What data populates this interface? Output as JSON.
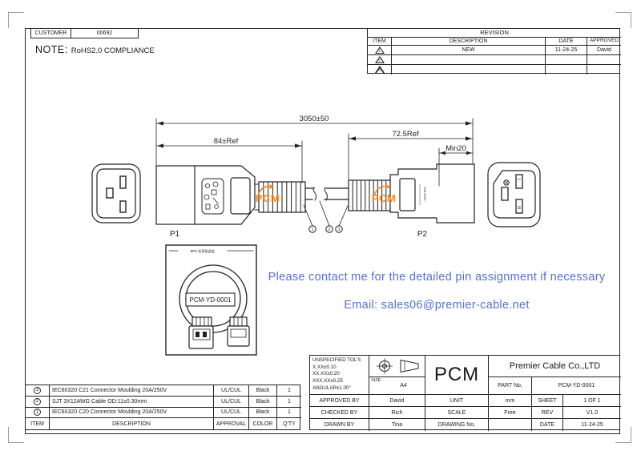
{
  "customer": {
    "label": "CUSTOMER",
    "value": "00692"
  },
  "note": {
    "label": "NOTE:",
    "text": "RoHS2.0 COMPLIANCE"
  },
  "revision": {
    "title": "REVISION",
    "headers": {
      "item": "ITEM",
      "description": "DESCRIPTION",
      "date": "DATE",
      "approved": "APPROVED"
    },
    "rows": [
      {
        "item": "1",
        "description": "NEW",
        "date": "11-24-25",
        "approved": "David"
      },
      {
        "item": "2",
        "description": "",
        "date": "",
        "approved": ""
      },
      {
        "item": "3",
        "description": "",
        "date": "",
        "approved": ""
      }
    ]
  },
  "drawing": {
    "dims": {
      "overall": "3050±50",
      "p2_len": "72.5Ref",
      "p1_len": "84±Ref",
      "min": "Min20"
    },
    "labels": {
      "p1": "P1",
      "p2": "P2"
    },
    "logo": "PCM",
    "callouts": [
      "1",
      "2",
      "3"
    ],
    "p2_marking": "20A 250V~",
    "p2_pins": {
      "live": "L",
      "neutral": "N"
    },
    "package_label": {
      "header": "BPS 标签贴此处",
      "part_no": "PCM-YD-0001"
    }
  },
  "contact": {
    "line1": "Please contact me for the detailed pin assignment if necessary",
    "line2": "Email: sales06@premier-cable.net"
  },
  "bom": {
    "headers": {
      "item": "ITEM",
      "description": "DESCRIPTION",
      "approval": "APPROVAL",
      "color": "COLOR",
      "qty": "Q'TY"
    },
    "rows": [
      {
        "item": "3",
        "description": "IEC60320 C21 Connector Moulding 20A/250V",
        "approval": "UL/CUL",
        "color": "Black",
        "qty": "1"
      },
      {
        "item": "2",
        "description": "SJT 3X12AWG  Cable OD:11±0.30mm",
        "approval": "UL/CUL",
        "color": "Black",
        "qty": "1"
      },
      {
        "item": "1",
        "description": "IEC60320 C20 Connector Moulding 20A/250V",
        "approval": "UL/CUL",
        "color": "Black",
        "qty": "1"
      }
    ]
  },
  "title_block": {
    "tol_title": "UNSPECIFIED TOL'S",
    "tol_1": "X.XX±0.10",
    "tol_2": "XX.XX±0.20",
    "tol_3": "XXX,XX±0,25",
    "tol_4": "ANGULAR±1.00°",
    "size_label": "SIZE",
    "size_value": "A4",
    "logo": "PCM",
    "company": "Premier Cable Co.,LTD",
    "part_no_label": "PART No,",
    "part_no_value": "PCM-YD-0001",
    "approved_by_label": "APPROVED BY",
    "approved_by_value": "David",
    "checked_by_label": "CHECKED BY",
    "checked_by_value": "Rich",
    "drawn_by_label": "DRAWN BY",
    "drawn_by_value": "Tina",
    "unit_label": "UNIT",
    "unit_value": "mm",
    "scale_label": "SCALE",
    "scale_value": "Free",
    "drawing_no_label": "DRAWING No,",
    "sheet_label": "SHEET",
    "sheet_value": "1 OF 1",
    "rev_label": "REV",
    "rev_value": "V1.0",
    "date_label": "DATE",
    "date_value": "11-24-25"
  },
  "colors": {
    "accent_orange": "#F5891D",
    "contact_blue": "#5472D3",
    "line": "#222222"
  }
}
